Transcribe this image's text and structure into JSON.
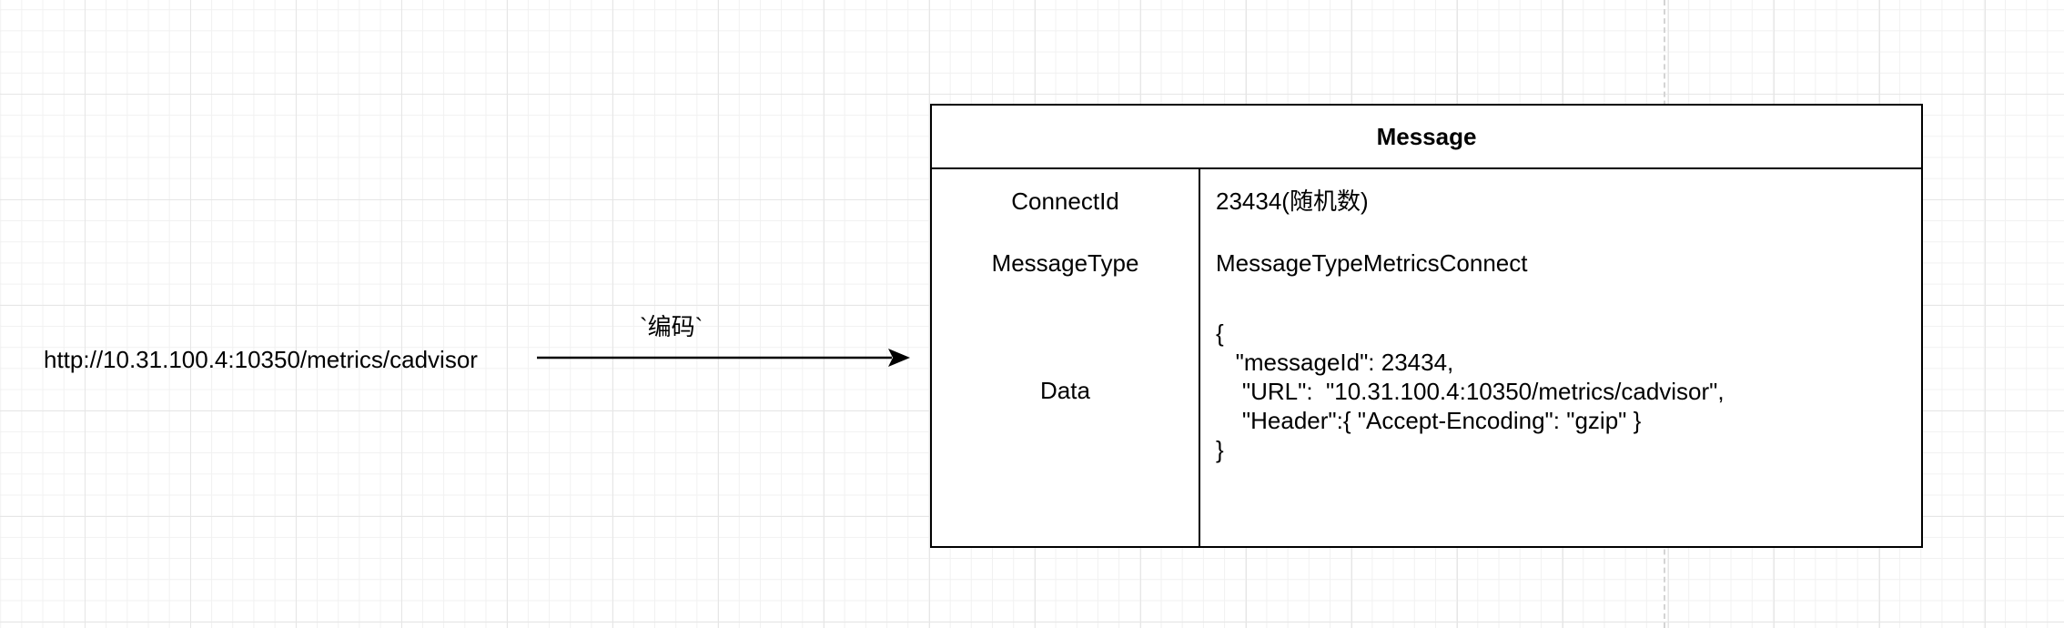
{
  "source": {
    "url": "http://10.31.100.4:10350/metrics/cadvisor"
  },
  "arrow": {
    "label": "`编码`"
  },
  "message": {
    "title": "Message",
    "rows": [
      {
        "key": "ConnectId",
        "value": "23434(随机数)"
      },
      {
        "key": "MessageType",
        "value": "MessageTypeMetricsConnect"
      },
      {
        "key": "Data",
        "value": "{\n   \"messageId\": 23434,\n    \"URL\":  \"10.31.100.4:10350/metrics/cadvisor\",\n    \"Header\":{ \"Accept-Encoding\": \"gzip\" }\n}"
      }
    ]
  }
}
